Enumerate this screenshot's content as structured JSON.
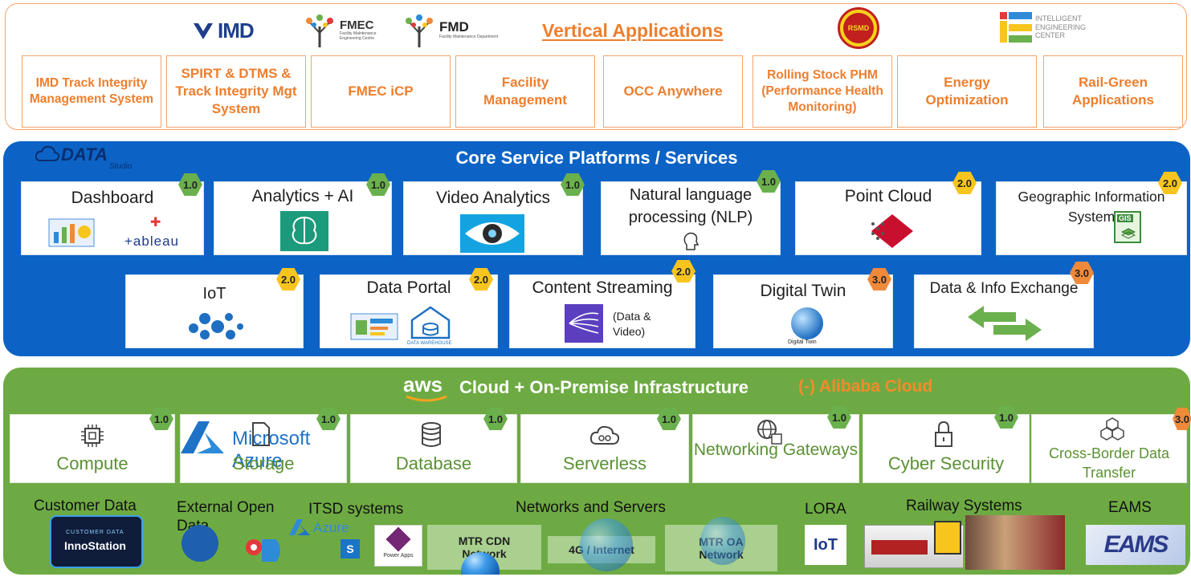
{
  "vertical": {
    "title": "Vertical Applications",
    "logos": {
      "imd": "IMD",
      "fmec": "FMEC",
      "fmec_sub": "Facility Maintenance Engineering Centre",
      "fmd": "FMD",
      "fmd_sub": "Facility Maintenance Department",
      "rsmd": "RSMD",
      "iec": [
        "INTELLIGENT",
        "ENGINEERING",
        "CENTER"
      ]
    },
    "apps": [
      "IMD Track Integrity Management System",
      "SPIRT & DTMS & Track Integrity Mgt System",
      "FMEC iCP",
      "Facility Management",
      "OCC Anywhere",
      "Rolling Stock PHM (Performance Health Monitoring)",
      "Energy Optimization",
      "Rail-Green Applications"
    ]
  },
  "core": {
    "title": "Core Service Platforms / Services",
    "logo": "DATA",
    "logo_sub": "Studio",
    "row1": [
      {
        "label": "Dashboard",
        "version": "1.0",
        "extra": "+ableau"
      },
      {
        "label": "Analytics + AI",
        "version": "1.0"
      },
      {
        "label": "Video Analytics",
        "version": "1.0"
      },
      {
        "label": "Natural language processing (NLP)",
        "version": "1.0"
      },
      {
        "label": "Point Cloud",
        "version": "2.0"
      },
      {
        "label": "Geographic Information System",
        "version": "2.0",
        "extra": "GIS"
      }
    ],
    "row2": [
      {
        "label": "IoT",
        "version": "2.0"
      },
      {
        "label": "Data Portal",
        "version": "2.0",
        "extra": "DATA WAREHOUSE"
      },
      {
        "label": "Content Streaming",
        "version": "2.0",
        "extra": "(Data & Video)"
      },
      {
        "label": "Digital Twin",
        "version": "3.0",
        "extra": "Digital Twin"
      },
      {
        "label": "Data & Info Exchange",
        "version": "3.0"
      }
    ]
  },
  "cloud": {
    "title": "Cloud + On-Premise Infrastructure",
    "aws": "aws",
    "alibaba": "(-) Alibaba Cloud",
    "azure": "Microsoft Azure",
    "infra": [
      {
        "label": "Compute",
        "version": "1.0"
      },
      {
        "label": "Storage",
        "version": "1.0"
      },
      {
        "label": "Database",
        "version": "1.0"
      },
      {
        "label": "Serverless",
        "version": "1.0"
      },
      {
        "label": "Networking Gateways",
        "version": "1.0"
      },
      {
        "label": "Cyber Security",
        "version": "1.0"
      },
      {
        "label": "Cross-Border Data Transfer",
        "version": "3.0"
      }
    ],
    "bottom": {
      "customer_data": "Customer Data",
      "innostation": "InnoStation",
      "innostation_sub": "CUSTOMER DATA",
      "external": "External Open Data",
      "itsd": "ITSD systems",
      "azure_small": "Azure",
      "powerapps": "Power Apps",
      "networks": "Networks and Servers",
      "mtr_cdn": "MTR CDN Network",
      "internet": "4G / Internet",
      "mtr_oa": "MTR OA Network",
      "lora": "LORA",
      "iot_badge": "IoT",
      "railway": "Railway Systems",
      "eams": "EAMS",
      "eams_logo": "EAMS"
    }
  },
  "colors": {
    "orange": "#ee7e2d",
    "blue": "#0c63c5",
    "green": "#6eaa43",
    "badge_v1": "#6ab04c",
    "badge_v2": "#f7c51e",
    "badge_v3": "#ef8a3b"
  }
}
